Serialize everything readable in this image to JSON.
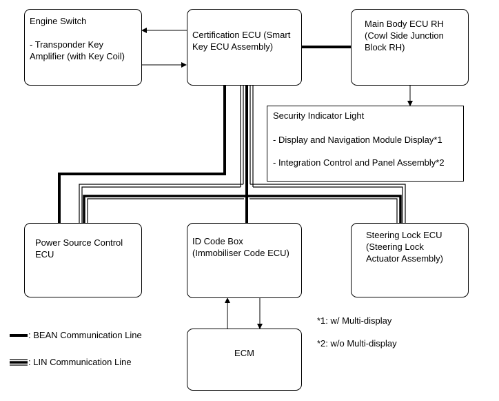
{
  "boxes": {
    "engine_switch": {
      "title": "Engine Switch",
      "sub1": "- Transponder Key",
      "sub2": "Amplifier (with Key Coil)"
    },
    "certification_ecu": {
      "line1": "Certification ECU (Smart",
      "line2": "Key ECU Assembly)"
    },
    "main_body_ecu": {
      "line1": "Main Body ECU RH",
      "line2": "(Cowl Side Junction",
      "line3": "Block RH)"
    },
    "security_indicator": {
      "title": "Security Indicator Light",
      "item1": "- Display and Navigation Module Display*1",
      "item2": "- Integration Control and Panel Assembly*2"
    },
    "power_source_ecu": {
      "line1": "Power Source Control",
      "line2": "ECU"
    },
    "id_code_box": {
      "line1": "ID Code Box",
      "line2": "(Immobiliser Code ECU)"
    },
    "steering_lock_ecu": {
      "line1": "Steering Lock ECU",
      "line2": "(Steering Lock",
      "line3": "Actuator Assembly)"
    },
    "ecm": {
      "label": "ECM"
    }
  },
  "notes": {
    "note1": "*1: w/ Multi-display",
    "note2": "*2: w/o Multi-display"
  },
  "legend": {
    "bean": ": BEAN Communication Line",
    "lin": ": LIN Communication Line"
  }
}
